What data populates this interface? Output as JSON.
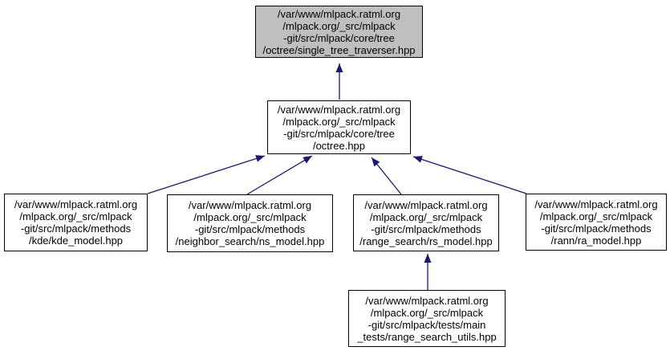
{
  "graph": {
    "colors": {
      "edge": "#191970",
      "node_border": "#000000",
      "node_fill": "#ffffff",
      "highlight_node_fill": "#bfbfbf",
      "text": "#000000",
      "background": "#ffffff"
    },
    "nodes": [
      {
        "id": "single_tree_traverser",
        "highlighted": true,
        "lines": [
          "/var/www/mlpack.ratml.org",
          "/mlpack.org/_src/mlpack",
          "-git/src/mlpack/core/tree",
          "/octree/single_tree_traverser.hpp"
        ]
      },
      {
        "id": "octree",
        "highlighted": false,
        "lines": [
          "/var/www/mlpack.ratml.org",
          "/mlpack.org/_src/mlpack",
          "-git/src/mlpack/core/tree",
          "/octree.hpp"
        ]
      },
      {
        "id": "kde_model",
        "highlighted": false,
        "lines": [
          "/var/www/mlpack.ratml.org",
          "/mlpack.org/_src/mlpack",
          "-git/src/mlpack/methods",
          "/kde/kde_model.hpp"
        ]
      },
      {
        "id": "ns_model",
        "highlighted": false,
        "lines": [
          "/var/www/mlpack.ratml.org",
          "/mlpack.org/_src/mlpack",
          "-git/src/mlpack/methods",
          "/neighbor_search/ns_model.hpp"
        ]
      },
      {
        "id": "rs_model",
        "highlighted": false,
        "lines": [
          "/var/www/mlpack.ratml.org",
          "/mlpack.org/_src/mlpack",
          "-git/src/mlpack/methods",
          "/range_search/rs_model.hpp"
        ]
      },
      {
        "id": "ra_model",
        "highlighted": false,
        "lines": [
          "/var/www/mlpack.ratml.org",
          "/mlpack.org/_src/mlpack",
          "-git/src/mlpack/methods",
          "/rann/ra_model.hpp"
        ]
      },
      {
        "id": "range_search_utils",
        "highlighted": false,
        "lines": [
          "/var/www/mlpack.ratml.org",
          "/mlpack.org/_src/mlpack",
          "-git/src/mlpack/tests/main",
          "_tests/range_search_utils.hpp"
        ]
      }
    ],
    "edges": [
      {
        "from": "octree",
        "to": "single_tree_traverser"
      },
      {
        "from": "kde_model",
        "to": "octree"
      },
      {
        "from": "ns_model",
        "to": "octree"
      },
      {
        "from": "rs_model",
        "to": "octree"
      },
      {
        "from": "ra_model",
        "to": "octree"
      },
      {
        "from": "range_search_utils",
        "to": "rs_model"
      }
    ]
  }
}
